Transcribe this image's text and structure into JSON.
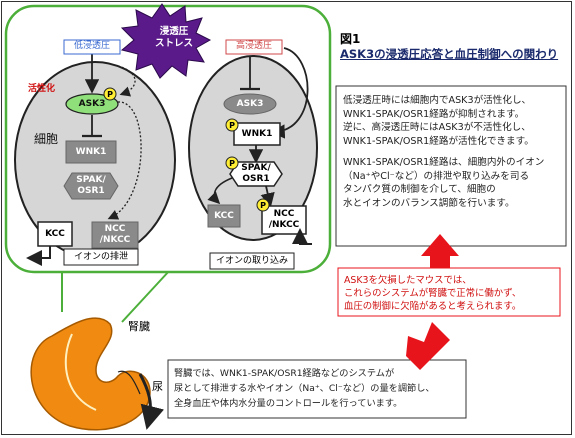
{
  "figure": {
    "number": "図1",
    "title": "ASK3の浸透圧応答と血圧制御への関わり"
  },
  "stress_label": [
    "浸透圧",
    "ストレス"
  ],
  "left_cell": {
    "condition": "低浸透圧",
    "activation": "活性化",
    "cell_label": "細胞",
    "ask3": "ASK3",
    "wnk1": "WNK1",
    "spak": [
      "SPAK/",
      "OSR1"
    ],
    "kcc": "KCC",
    "ncc": [
      "NCC",
      "/NKCC"
    ],
    "footer": "イオンの排泄"
  },
  "right_cell": {
    "condition": "高浸透圧",
    "ask3": "ASK3",
    "wnk1": "WNK1",
    "spak": [
      "SPAK/",
      "OSR1"
    ],
    "kcc": "KCC",
    "ncc": [
      "NCC",
      "/NKCC"
    ],
    "footer": "イオンの取り込み"
  },
  "phospho": "P",
  "kidney_label": "腎臓",
  "urine_label": "尿",
  "explanation_top": [
    "低浸透圧時には細胞内でASK3が活性化し、",
    "WNK1-SPAK/OSR1経路が抑制されます。",
    "逆に、高浸透圧時にはASK3が不活性化し、",
    "WNK1-SPAK/OSR1経路が活性化できます。",
    "",
    "WNK1-SPAK/OSR1経路は、細胞内外のイオン",
    "（Na⁺やCl⁻など）の排泄や取り込みを司る",
    "タンパク質の制御を介して、細胞の",
    "水とイオンのバランス調節を行います。"
  ],
  "explanation_mid": [
    "ASK3を欠損したマウスでは、",
    "これらのシステムが腎臓で正常に働かず、",
    "血圧の制御に欠陥があると考えられます。"
  ],
  "explanation_bottom": [
    "腎臓では、WNK1-SPAK/OSR1経路などのシステムが",
    "尿として排泄する水やイオン（Na⁺、Cl⁻など）の量を調節し、",
    "全身血圧や体内水分量のコントロールを行っています。"
  ],
  "colors": {
    "green_outline": "#4caf3a",
    "cell_gray": "#d6d6d6",
    "node_gray": "#8a8a8a",
    "ask3_green": "#8fe07a",
    "phospho_yellow": "#ffee33",
    "red_arrow": "#e8141c",
    "kidney_orange": "#f08a10",
    "stress_purple": "#5a1a8a"
  }
}
